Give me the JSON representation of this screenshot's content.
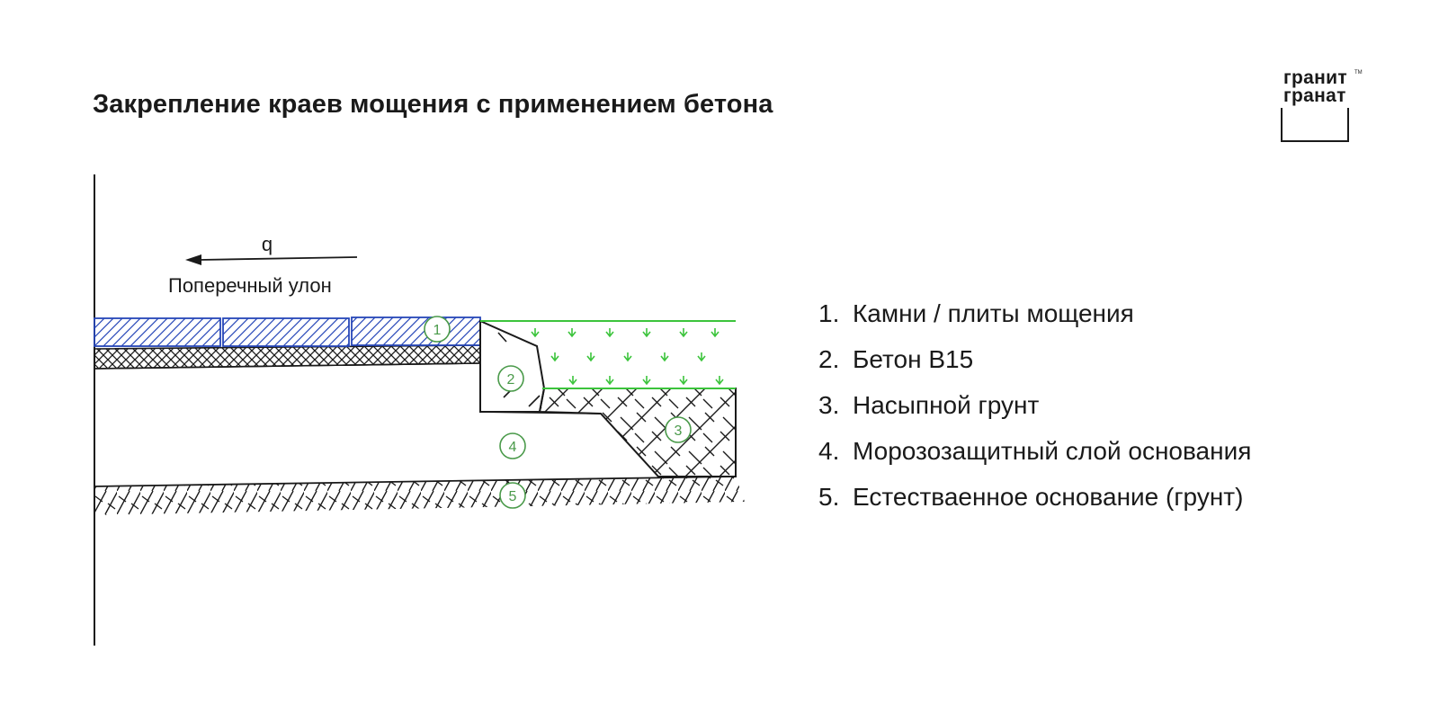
{
  "title": "Закрепление краев мощения с применением бетона",
  "logo": {
    "line1": "гранит",
    "line2": "гранат",
    "tm": "TM"
  },
  "diagram": {
    "slope_symbol": "q",
    "slope_label": "Поперечный улон",
    "markers": [
      "1",
      "2",
      "3",
      "4",
      "5"
    ]
  },
  "legend": [
    {
      "num": "1.",
      "text": "Камни / плиты мощения"
    },
    {
      "num": "2.",
      "text": "Бетон B15"
    },
    {
      "num": "3.",
      "text": "Насыпной грунт"
    },
    {
      "num": "4.",
      "text": "Морозозащитный слой основания"
    },
    {
      "num": "5.",
      "text": "Естестваенное основание (грунт)"
    }
  ],
  "colors": {
    "paving": "#2747b8",
    "grass": "#3cc43c",
    "marker": "#4a9a4a",
    "ink": "#1a1a1a"
  }
}
